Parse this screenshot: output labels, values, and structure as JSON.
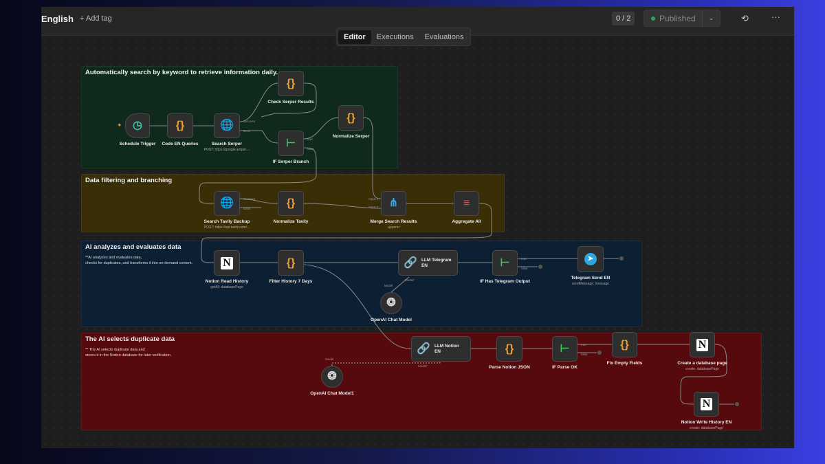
{
  "header": {
    "title": "English",
    "add_tag": "+ Add tag",
    "counter": "0 / 2",
    "published": "Published",
    "status_color": "#2ea060",
    "history_icon": "history-icon",
    "more_icon": "ellipsis-icon"
  },
  "tabs": [
    {
      "label": "Editor",
      "active": true
    },
    {
      "label": "Executions"
    },
    {
      "label": "Evaluations"
    }
  ],
  "groups": [
    {
      "title": "Automatically search by keyword to retrieve information daily.",
      "color": "#0f2a1d"
    },
    {
      "title": "Data filtering and branching",
      "color": "#3a2e07"
    },
    {
      "title": "AI analyzes and evaluates data",
      "note": "**AI analyzes and evaluates data,\nchecks for duplicates, and transforms it into on-demand content.",
      "color": "#0d1f33"
    },
    {
      "title": "The AI selects duplicate data",
      "note": "** The AI selects duplicate data and\nstores it in the Notion database for later verification.",
      "color": "#560a0d"
    }
  ],
  "nodes": {
    "schedule": {
      "label": "Schedule Trigger",
      "icon": "clock-icon"
    },
    "code_en": {
      "label": "Code EN Queries",
      "icon": "code-icon"
    },
    "search_serper": {
      "label": "Search Serper",
      "sub": "POST: https://google.serper....",
      "icon": "globe-icon",
      "out1": "Success",
      "out2": "Error"
    },
    "check_serper": {
      "label": "Check Serper Results",
      "icon": "code-icon"
    },
    "if_serper": {
      "label": "IF Serper Branch",
      "icon": "if-icon",
      "out1": "true",
      "out2": "false"
    },
    "normalize_serper": {
      "label": "Normalize Serper",
      "icon": "code-icon"
    },
    "search_tavily": {
      "label": "Search Tavily Backup",
      "sub": "POST: https://api.tavily.com/...",
      "icon": "globe-icon",
      "out1": "Success",
      "out2": "Error"
    },
    "normalize_tavily": {
      "label": "Normalize Tavily",
      "icon": "code-icon"
    },
    "merge": {
      "label": "Merge Search Results",
      "sub": "append",
      "icon": "merge-icon",
      "in1": "Input 1",
      "in2": "Input 2"
    },
    "aggregate": {
      "label": "Aggregate All",
      "icon": "aggregate-icon"
    },
    "notion_read": {
      "label": "Notion Read History",
      "sub": "getAll: databasePage",
      "icon": "notion-icon"
    },
    "filter_history": {
      "label": "Filter History 7 Days",
      "icon": "code-icon"
    },
    "llm_telegram": {
      "label": "LLM Telegram EN",
      "icon": "link-icon",
      "model_port": "Model*"
    },
    "if_telegram": {
      "label": "IF Has Telegram Output",
      "icon": "if-icon",
      "out1": "true",
      "out2": "false"
    },
    "telegram_send": {
      "label": "Telegram Send EN",
      "sub": "sendMessage: message",
      "icon": "telegram-icon"
    },
    "openai1": {
      "label": "OpenAI Chat Model",
      "icon": "openai-icon",
      "port": "Model"
    },
    "llm_notion": {
      "label": "LLM Notion EN",
      "icon": "link-icon",
      "model_port": "Model*"
    },
    "parse_notion": {
      "label": "Parse Notion JSON",
      "icon": "code-icon"
    },
    "if_parse": {
      "label": "IF Parse OK",
      "icon": "if-icon",
      "out1": "true",
      "out2": "false"
    },
    "fix_empty": {
      "label": "Fix Empty Fields",
      "icon": "code-icon"
    },
    "create_page": {
      "label": "Create a database page",
      "sub": "create: databasePage",
      "icon": "notion-icon"
    },
    "openai2": {
      "label": "OpenAI Chat Model1",
      "icon": "openai-icon",
      "port": "Model"
    },
    "notion_write": {
      "label": "Notion Write History EN",
      "sub": "create: databasePage",
      "icon": "notion-icon"
    }
  }
}
